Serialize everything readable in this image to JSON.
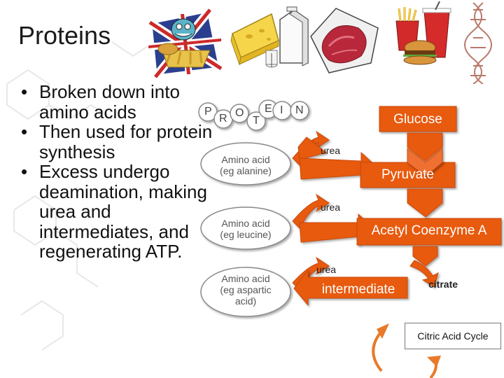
{
  "slide": {
    "title": "Proteins",
    "bullets": [
      "Broken down into amino acids",
      "Then used for protein synthesis",
      "Excess undergo deamination, making urea and intermediates, and regenerating ATP."
    ]
  },
  "protein_letters": [
    "P",
    "R",
    "O",
    "T",
    "E",
    "I",
    "N"
  ],
  "amino_acids": [
    {
      "line1": "Amino acid",
      "line2": "(eg alanine)"
    },
    {
      "line1": "Amino acid",
      "line2": "(eg leucine)"
    },
    {
      "line1": "Amino acid",
      "line2": "(eg aspartic",
      "line3": "acid)"
    }
  ],
  "urea_labels": [
    "urea",
    "urea",
    "urea"
  ],
  "pathway": {
    "glucose": "Glucose",
    "pyruvate": "Pyruvate",
    "acetyl_coa": "Acetyl Coenzyme A",
    "intermediate": "intermediate",
    "citrate": "citrate",
    "cycle": "Citric Acid Cycle"
  },
  "colors": {
    "arrow_fill": "#e85a10",
    "arrow_stroke": "#c74a0a",
    "box_text": "#ffffff"
  },
  "icons": [
    "british-flag-food-icon",
    "cheese-icon",
    "milk-carton-icon",
    "steak-icon",
    "fast-food-icon",
    "dna-icon"
  ]
}
